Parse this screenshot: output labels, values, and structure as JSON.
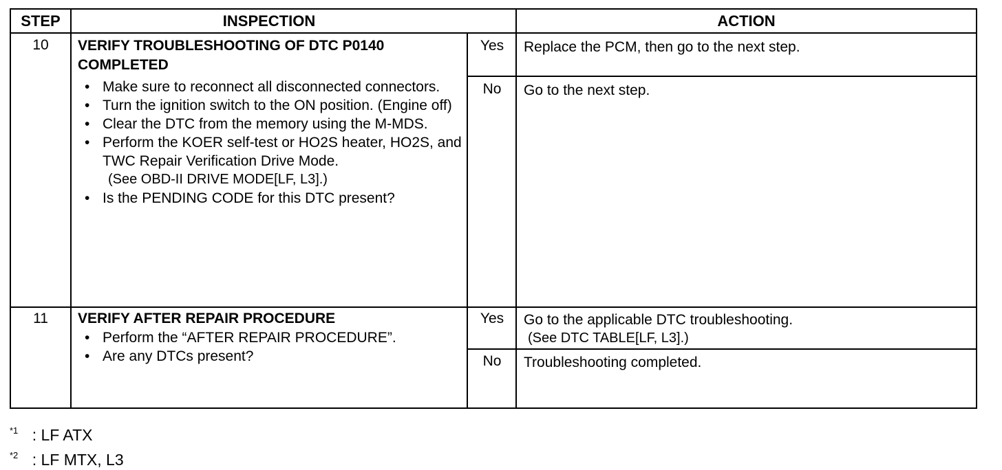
{
  "headers": {
    "step": "STEP",
    "inspection": "INSPECTION",
    "action": "ACTION"
  },
  "steps": [
    {
      "number": "10",
      "title_line1": "VERIFY TROUBLESHOOTING OF DTC P0140",
      "title_line2": "COMPLETED",
      "bullets": [
        "Make sure to reconnect all disconnected connectors.",
        "Turn the ignition switch to the ON position. (Engine off)",
        "Clear the DTC from the memory using the M-MDS.",
        "Perform the KOER self-test or HO2S heater, HO2S, and TWC Repair Verification Drive Mode."
      ],
      "note": "(See  OBD-II DRIVE MODE[LF, L3].)",
      "question": "Is the PENDING CODE for this DTC present?",
      "yes_label": "Yes",
      "yes_action": "Replace the PCM, then go to the next step.",
      "no_label": "No",
      "no_action": "Go to the next step."
    },
    {
      "number": "11",
      "title_line1": "VERIFY AFTER REPAIR PROCEDURE",
      "bullets": [
        "Perform the “AFTER REPAIR PROCEDURE”.",
        "Are any DTCs present?"
      ],
      "yes_label": "Yes",
      "yes_action_line1": "Go to the applicable DTC troubleshooting.",
      "yes_action_line2": "(See  DTC TABLE[LF, L3].)",
      "no_label": "No",
      "no_action": "Troubleshooting completed."
    }
  ],
  "footnotes": [
    {
      "mark": "*1",
      "text": ": LF ATX"
    },
    {
      "mark": "*2",
      "text": ": LF MTX, L3"
    }
  ]
}
